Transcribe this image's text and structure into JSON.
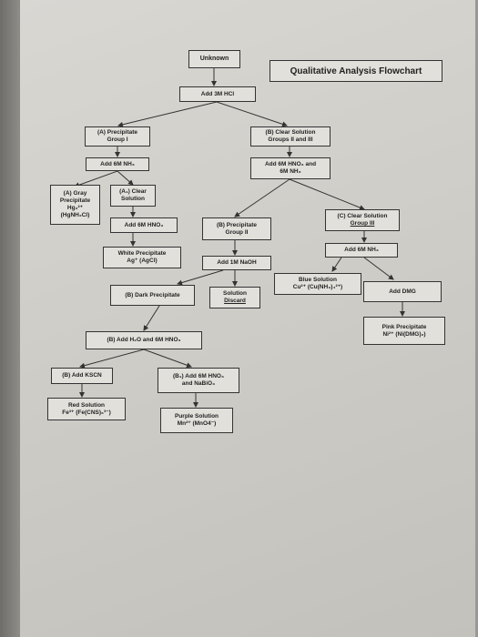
{
  "title": "Qualitative Analysis Flowchart",
  "nodes": {
    "unknown": "Unknown",
    "add_3m_hcl": "Add 3M HCl",
    "a_precipitate": "(A) Precipitate\nGroup I",
    "b_clear_solution": "(B) Clear Solution\nGroups II and III",
    "add_6m_nh3_a": "Add 6M NH₃",
    "add_6m_hno3_nh3": "Add 6M HNO₃ and\n6M NH₃",
    "a_gray_precipitate": "(A) Gray\nPrecipitate\nHg₂²⁺\n(HgNH₂Cl)",
    "a1_clear_solution": "(A₁) Clear\nSolution",
    "add_6m_hno3_a1": "Add 6M HNO₃",
    "b_precipitate_group2": "(B) Precipitate\nGroup II",
    "c_clear_solution_title": "(C) Clear Solution",
    "c_clear_solution_group": "Group III",
    "white_precipitate": "White Precipitate\nAg⁺ (AgCl)",
    "add_1m_naoh": "Add 1M NaOH",
    "add_6m_nh3_c": "Add 6M NH₃",
    "b_dark_precipitate": "(B) Dark Precipitate",
    "solution_label": "Solution",
    "solution_discard": "Discard",
    "blue_solution": "Blue Solution\nCu²⁺ (Cu(NH₃)₄²⁺)",
    "add_dmg": "Add DMG",
    "pink_precipitate": "Pink Precipitate\nNi²⁺ (Ni(DMG)₂)",
    "add_h2o_hno3": "(B) Add H₂O and 6M HNO₃",
    "add_kscn": "(B) Add KSCN",
    "b1_add_hno3_nabio3": "(B₁) Add 6M HNO₃\nand NaBiO₃",
    "red_solution": "Red Solution\nFe³⁺ (Fe(CNS)₆³⁻)",
    "purple_solution": "Purple Solution\nMn²⁺ (MnO4⁻)"
  }
}
